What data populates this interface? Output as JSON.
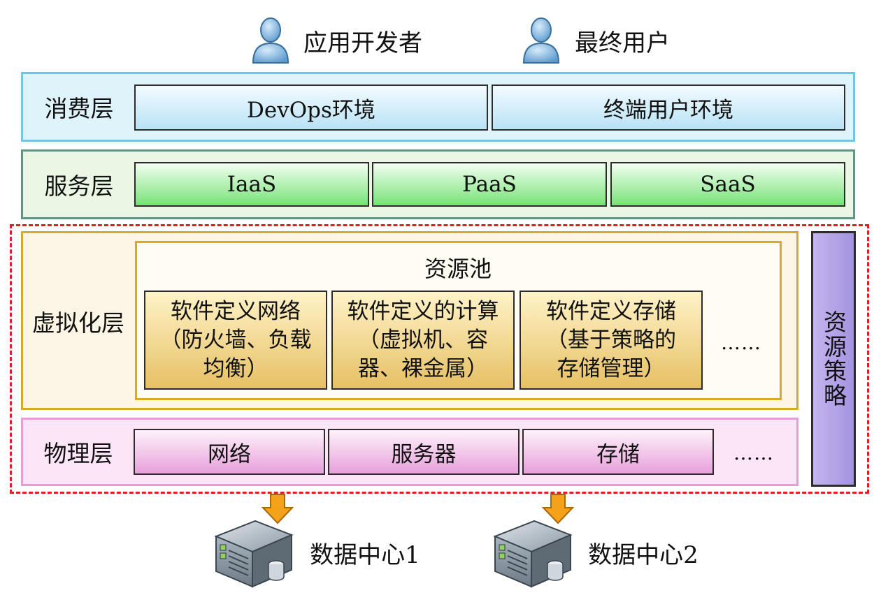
{
  "users": [
    {
      "label": "应用开发者"
    },
    {
      "label": "最终用户"
    }
  ],
  "consumption_layer": {
    "label": "消费层",
    "boxes": [
      "DevOps环境",
      "终端用户环境"
    ]
  },
  "service_layer": {
    "label": "服务层",
    "boxes": [
      "IaaS",
      "PaaS",
      "SaaS"
    ]
  },
  "virtualization_layer": {
    "label": "虚拟化层",
    "pool_title": "资源池",
    "boxes": [
      {
        "lines": [
          "软件定义网络",
          "（防火墙、负载",
          "均衡）"
        ]
      },
      {
        "lines": [
          "软件定义的计算",
          "（虚拟机、容",
          "器、裸金属）"
        ]
      },
      {
        "lines": [
          "软件定义存储",
          "（基于策略的",
          "存储管理）"
        ]
      }
    ],
    "more": "……"
  },
  "physical_layer": {
    "label": "物理层",
    "boxes": [
      "网络",
      "服务器",
      "存储"
    ],
    "more": "……"
  },
  "resource_strategy": {
    "label": "资源策略"
  },
  "data_centers": [
    {
      "label": "数据中心1"
    },
    {
      "label": "数据中心2"
    }
  ],
  "colors": {
    "consumption_fill": "#dff3fb",
    "service_fill": "#eaf7e4",
    "virtualization_fill": "#fdf6e6",
    "physical_fill": "#fbe5f6",
    "strategy_fill": "#b3a4e8",
    "dashed_border": "#e02020",
    "arrow": "#f5a21b"
  }
}
